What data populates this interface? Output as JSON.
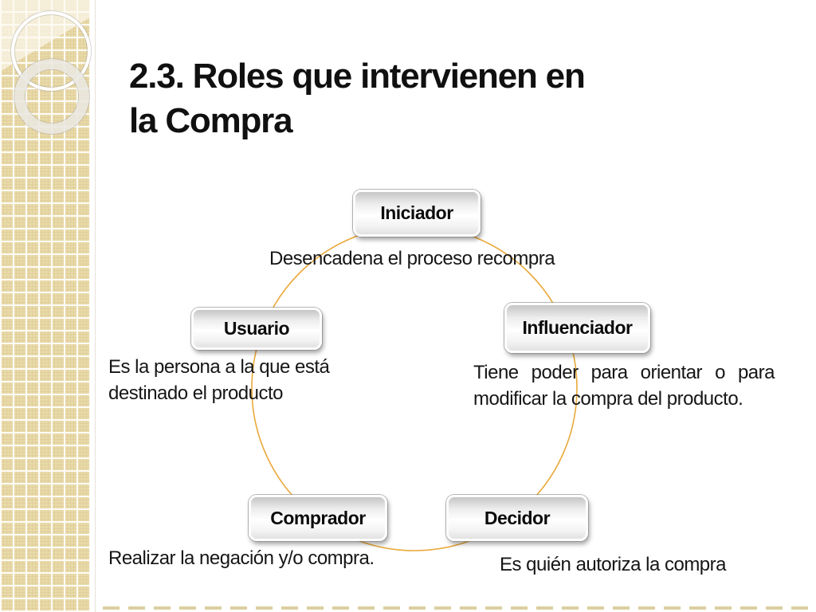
{
  "slide": {
    "title_lines": [
      "2.3. Roles que intervienen en",
      "la Compra"
    ]
  },
  "colors": {
    "circle_stroke": "#E9A93B",
    "sidebar_tan": "#E9DAA9"
  },
  "diagram": {
    "shape": "circle-cycle",
    "nodes": [
      {
        "label": "Iniciador",
        "desc_lines": [
          "Desencadena el proceso recompra"
        ]
      },
      {
        "label": "Influenciador",
        "desc_lines": [
          "Tiene poder para orientar o para",
          "modificar la compra del producto."
        ]
      },
      {
        "label": "Decidor",
        "desc_lines": [
          "Es quién autoriza la compra"
        ]
      },
      {
        "label": "Comprador",
        "desc_lines": [
          "Realizar la negación y/o compra."
        ]
      },
      {
        "label": "Usuario",
        "desc_lines": [
          "Es la persona a la que está",
          "destinado el producto"
        ]
      }
    ]
  }
}
